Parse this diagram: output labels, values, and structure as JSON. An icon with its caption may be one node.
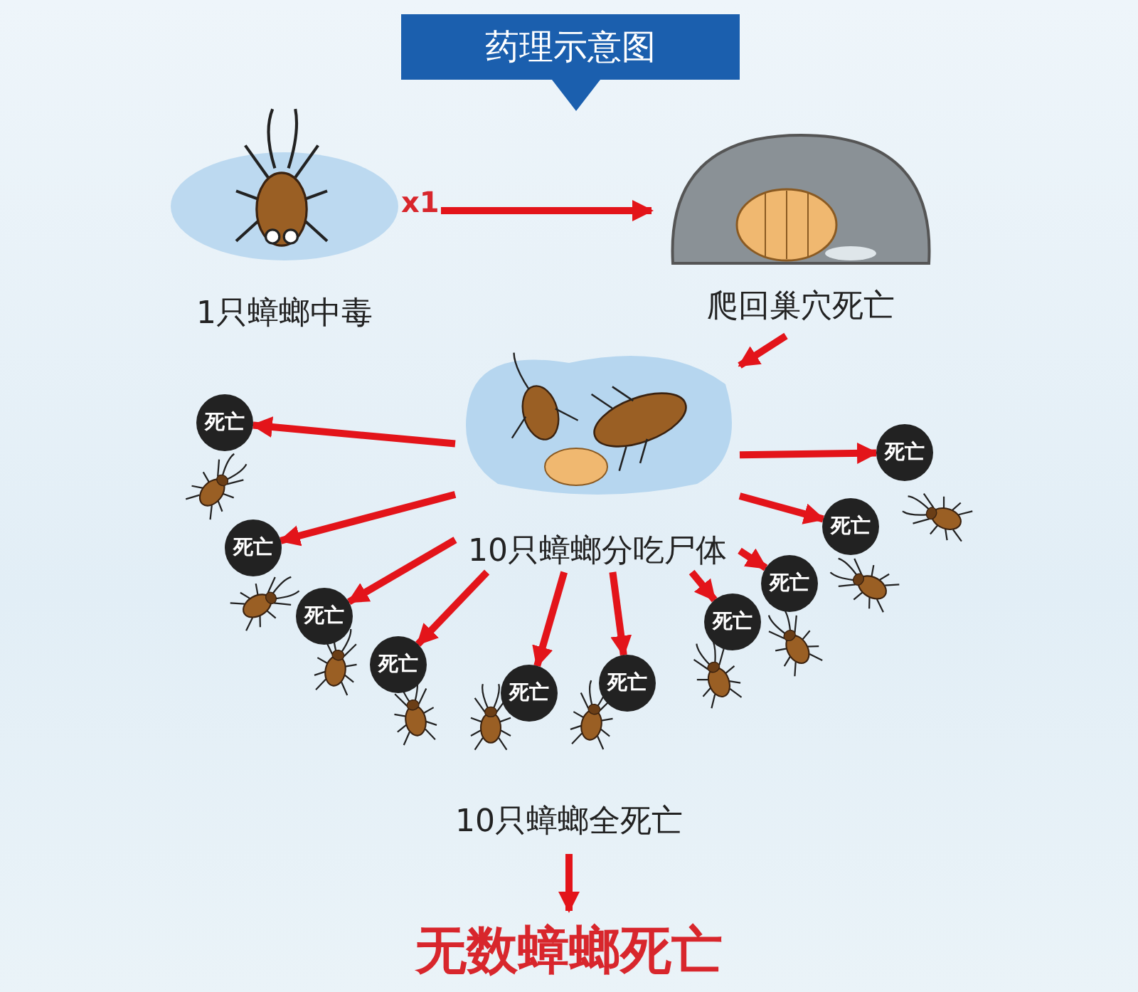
{
  "diagram": {
    "title": "药理示意图",
    "nodes": [
      {
        "text": [
          "1只蟑螂中毒"
        ],
        "beside": [
          "x1"
        ]
      },
      {
        "text": [
          "爬回巢穴死亡"
        ]
      },
      {
        "text": [
          "10只蟑螂分吃尸体"
        ]
      },
      {
        "text": [
          "死亡"
        ]
      },
      {
        "text": [
          "死亡"
        ]
      },
      {
        "text": [
          "死亡"
        ]
      },
      {
        "text": [
          "死亡"
        ]
      },
      {
        "text": [
          "死亡"
        ]
      },
      {
        "text": [
          "死亡"
        ]
      },
      {
        "text": [
          "死亡"
        ]
      },
      {
        "text": [
          "死亡"
        ]
      },
      {
        "text": [
          "死亡"
        ]
      },
      {
        "text": [
          "死亡"
        ]
      },
      {
        "text": [
          "10只蟑螂全死亡"
        ]
      },
      {
        "text": [
          "无数蟑螂死亡"
        ]
      }
    ],
    "edges": [
      {
        "from": 0,
        "to": 1,
        "arrow": "to"
      },
      {
        "from": 1,
        "to": 2,
        "arrow": "to"
      },
      {
        "from": 2,
        "to": 3,
        "arrow": "to"
      },
      {
        "from": 2,
        "to": 4,
        "arrow": "to"
      },
      {
        "from": 2,
        "to": 5,
        "arrow": "to"
      },
      {
        "from": 2,
        "to": 6,
        "arrow": "to"
      },
      {
        "from": 2,
        "to": 7,
        "arrow": "to"
      },
      {
        "from": 2,
        "to": 8,
        "arrow": "to"
      },
      {
        "from": 2,
        "to": 9,
        "arrow": "to"
      },
      {
        "from": 2,
        "to": 10,
        "arrow": "to"
      },
      {
        "from": 2,
        "to": 11,
        "arrow": "to"
      },
      {
        "from": 2,
        "to": 12,
        "arrow": "to"
      },
      {
        "from": 13,
        "to": 14,
        "arrow": "to"
      }
    ]
  }
}
